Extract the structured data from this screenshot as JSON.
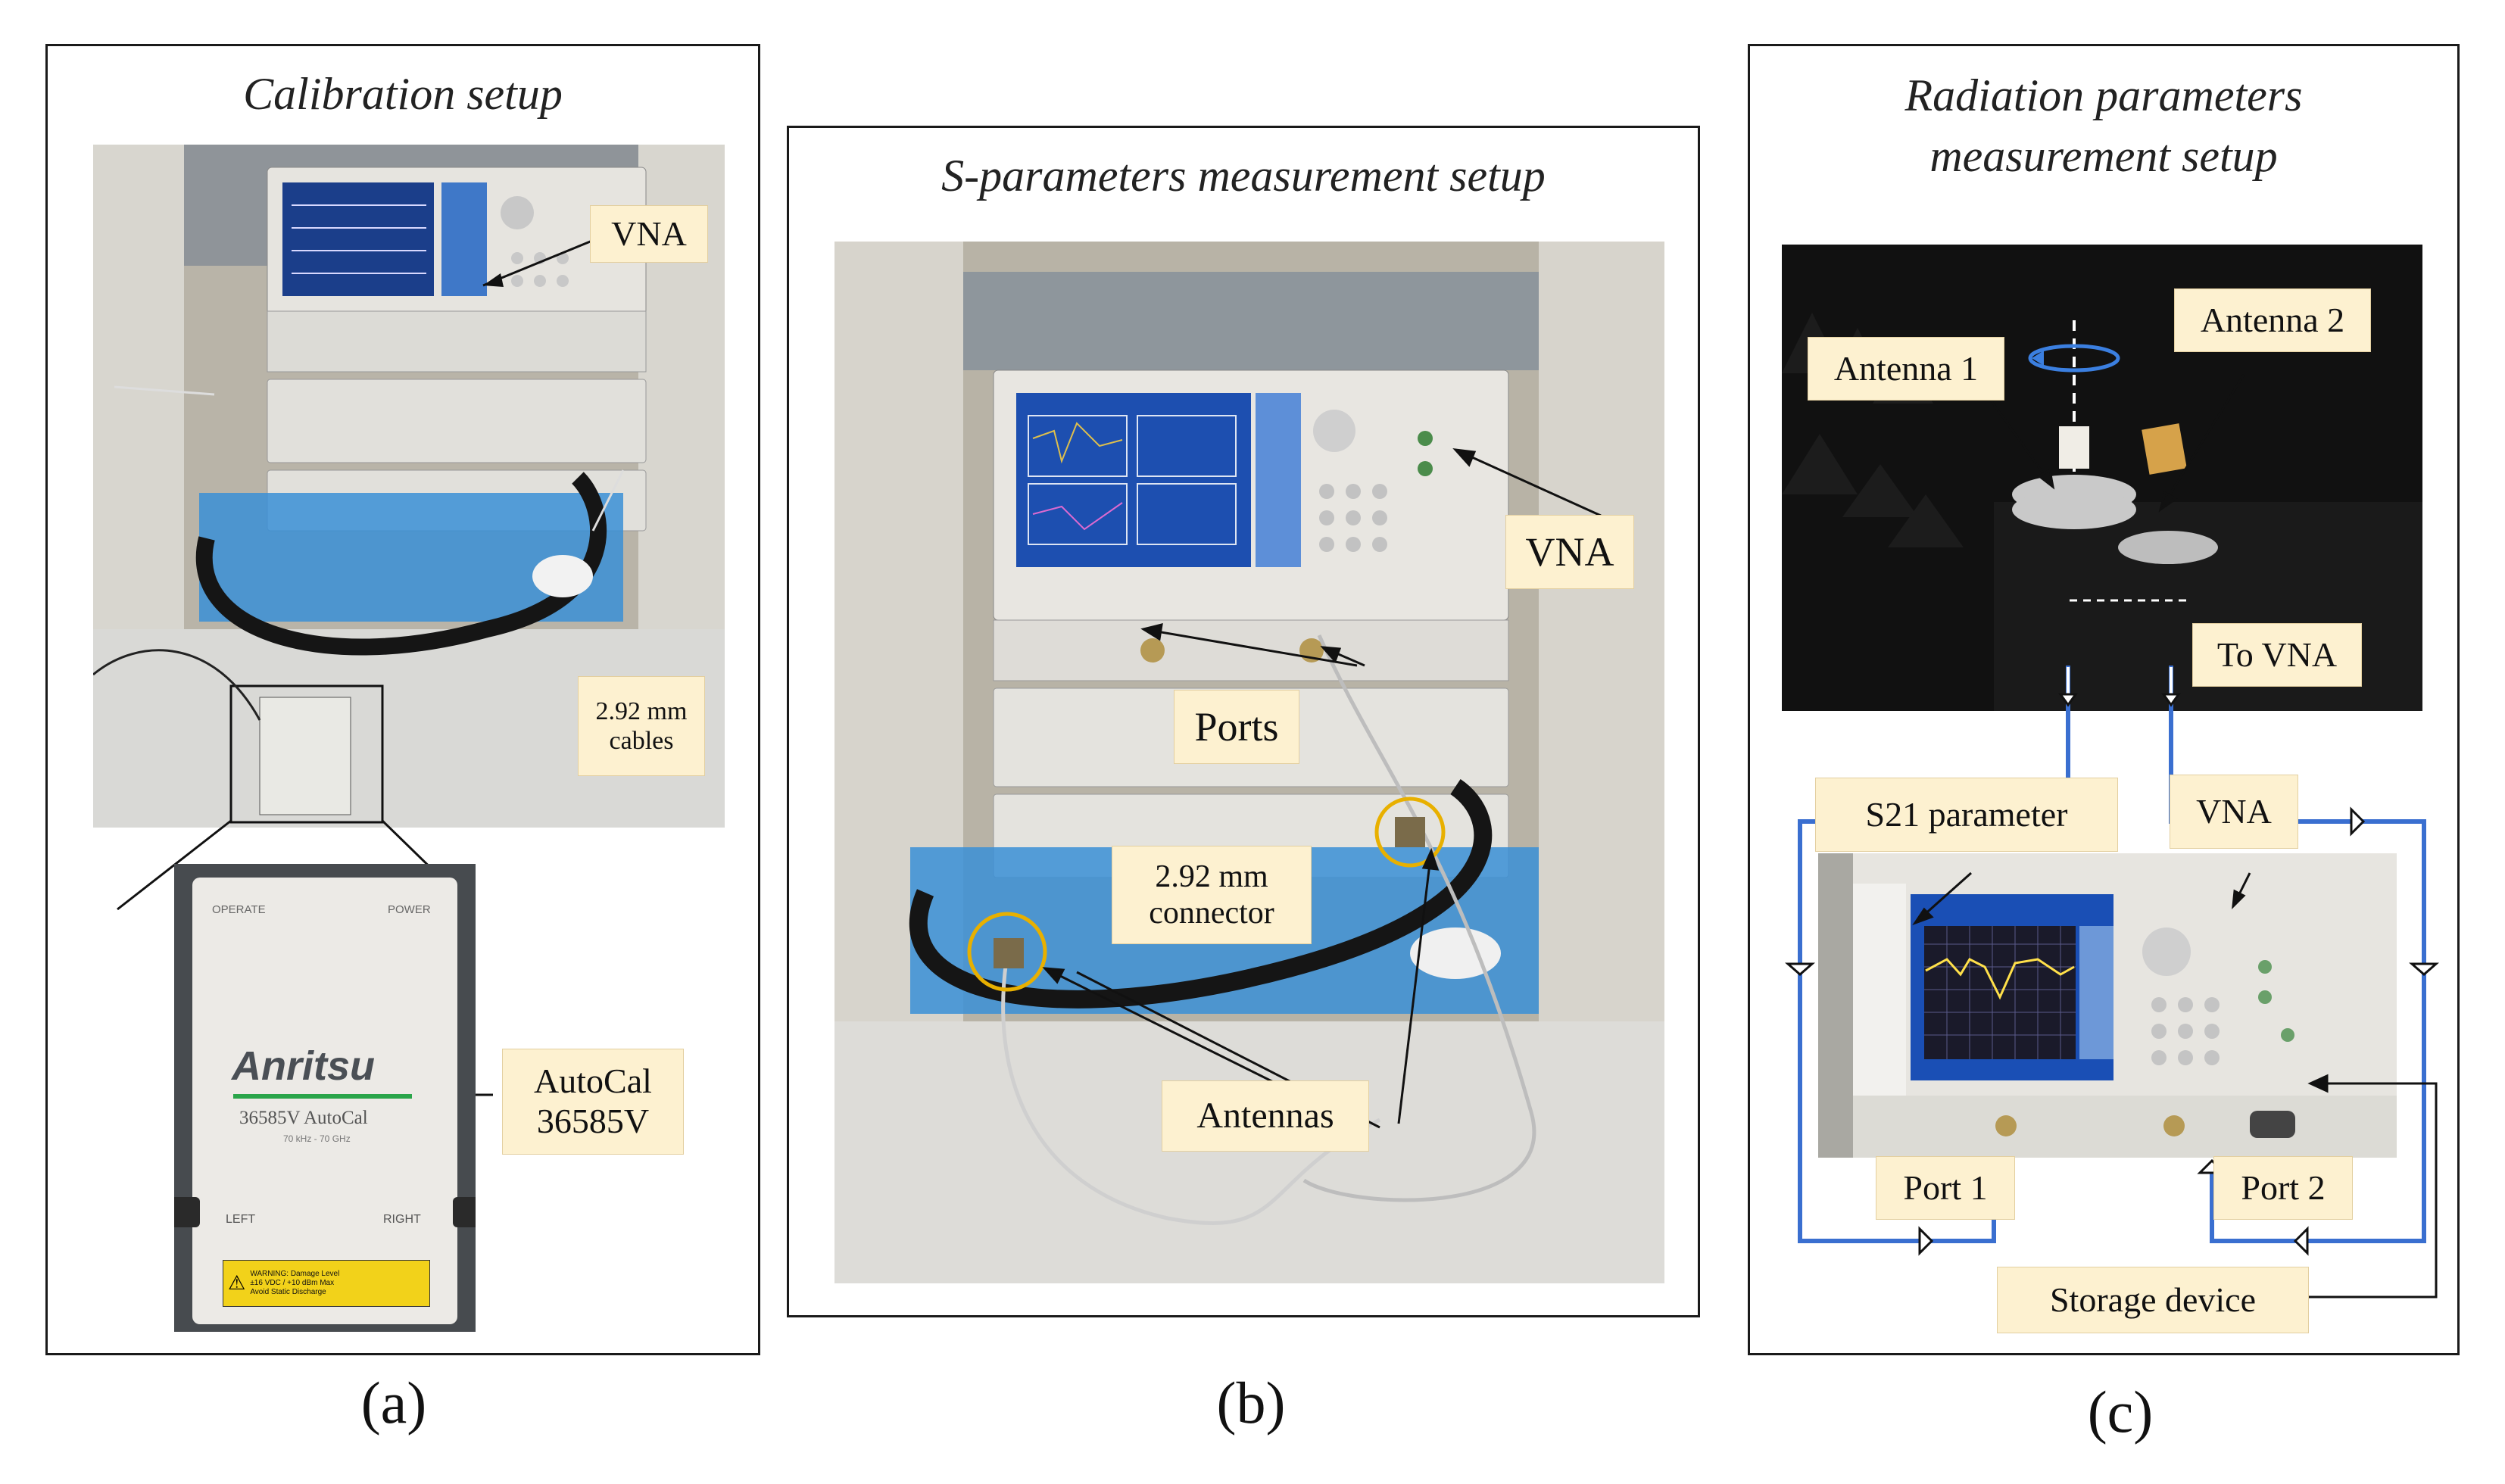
{
  "panel_a": {
    "title": "Calibration setup",
    "caption": "(a)",
    "callouts": {
      "vna": "VNA",
      "cables": "2.92 mm\ncables",
      "autocal": "AutoCal\n36585V"
    },
    "device_labels": {
      "operate": "OPERATE",
      "power": "POWER",
      "brand": "Anritsu",
      "model": "36585V  AutoCal",
      "range": "70 kHz - 70 GHz",
      "left": "LEFT",
      "right": "RIGHT",
      "warning": "WARNING: Damage Level\n±16 VDC / +10 dBm Max\nAvoid Static Discharge"
    }
  },
  "panel_b": {
    "title": "S-parameters measurement setup",
    "caption": "(b)",
    "callouts": {
      "vna": "VNA",
      "ports": "Ports",
      "connector": "2.92 mm\nconnector",
      "antennas": "Antennas"
    }
  },
  "panel_c": {
    "title_line1": "Radiation parameters",
    "title_line2": "measurement setup",
    "caption": "(c)",
    "callouts": {
      "antenna1": "Antenna 1",
      "antenna2": "Antenna 2",
      "to_vna": "To VNA",
      "s21": "S21 parameter",
      "vna": "VNA",
      "port1": "Port 1",
      "port2": "Port 2",
      "storage": "Storage device"
    }
  },
  "colors": {
    "callout_bg": "#fdf1d0",
    "signal_blue": "#3a6fd0",
    "circle_yellow": "#e8b000",
    "vna_screen": "#1a4fb5"
  }
}
